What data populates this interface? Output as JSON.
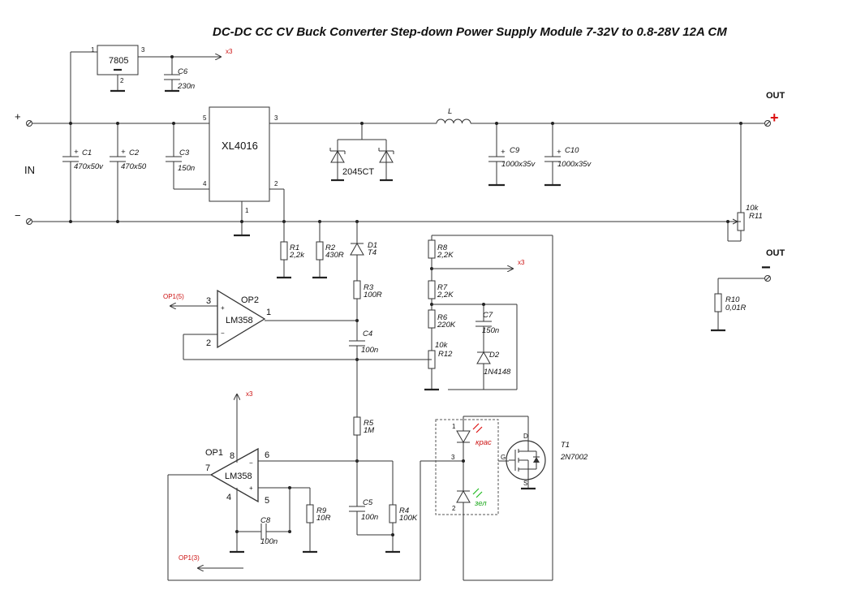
{
  "title": "DC-DC CC CV Buck Converter Step-down Power Supply Module 7-32V to 0.8-28V 12A CM",
  "terminals": {
    "in_label": "IN",
    "in_plus": "+",
    "in_minus": "−",
    "out_label_top": "OUT",
    "out_label_bottom": "OUT",
    "out_plus": "+",
    "out_minus": "−"
  },
  "ics": {
    "u7805": {
      "name": "7805",
      "pin1": "1",
      "pin2": "2",
      "pin3": "3"
    },
    "xl4016": {
      "name": "XL4016",
      "pin1": "1",
      "pin2": "2",
      "pin3": "3",
      "pin4": "4",
      "pin5": "5"
    },
    "op2": {
      "ref": "OP2",
      "chip": "LM358",
      "in_plus_pin": "3",
      "in_minus_pin": "2",
      "out_pin": "1"
    },
    "op1": {
      "ref": "OP1",
      "chip": "LM358",
      "in_plus_pin": "5",
      "in_minus_pin": "6",
      "out_pin": "7",
      "vcc_pin": "8",
      "gnd_pin": "4"
    }
  },
  "net_labels": {
    "x3_top": "x3",
    "x3_mid": "x3",
    "x3_op1": "x3",
    "op1_5": "OP1(5)",
    "op1_3": "OP1(3)"
  },
  "components": {
    "c6": {
      "ref": "C6",
      "value": "230n"
    },
    "c1": {
      "ref": "C1",
      "value": "470x50v"
    },
    "c2": {
      "ref": "C2",
      "value": "470x50"
    },
    "c3": {
      "ref": "C3",
      "value": "150n"
    },
    "d_2045": {
      "value": "2045CT"
    },
    "l": {
      "ref": "L"
    },
    "c9": {
      "ref": "C9",
      "value": "1000x35v"
    },
    "c10": {
      "ref": "C10",
      "value": "1000x35v"
    },
    "r11": {
      "ref": "R11",
      "value": "10k"
    },
    "r10": {
      "ref": "R10",
      "value": "0,01R"
    },
    "r1": {
      "ref": "R1",
      "value": "2,2k"
    },
    "r2": {
      "ref": "R2",
      "value": "430R"
    },
    "d1": {
      "ref": "D1",
      "value": "T4"
    },
    "r3": {
      "ref": "R3",
      "value": "100R"
    },
    "c4": {
      "ref": "C4",
      "value": "100n"
    },
    "r8": {
      "ref": "R8",
      "value": "2,2K"
    },
    "r7": {
      "ref": "R7",
      "value": "2,2K"
    },
    "r6": {
      "ref": "R6",
      "value": "220K"
    },
    "c7": {
      "ref": "C7",
      "value": "150n"
    },
    "r12": {
      "ref": "R12",
      "value": "10k"
    },
    "d2": {
      "ref": "D2",
      "value": "1N4148"
    },
    "r5": {
      "ref": "R5",
      "value": "1M"
    },
    "c5": {
      "ref": "C5",
      "value": "100n"
    },
    "r4": {
      "ref": "R4",
      "value": "100K"
    },
    "r9": {
      "ref": "R9",
      "value": "10R"
    },
    "c8": {
      "ref": "C8",
      "value": "100n"
    },
    "t1": {
      "ref": "T1",
      "value": "2N7002",
      "gate": "G",
      "drain": "D",
      "source": "S"
    },
    "led_module": {
      "pin1": "1",
      "pin2": "2",
      "pin3": "3",
      "red_label": "крас",
      "green_label": "зел"
    }
  }
}
